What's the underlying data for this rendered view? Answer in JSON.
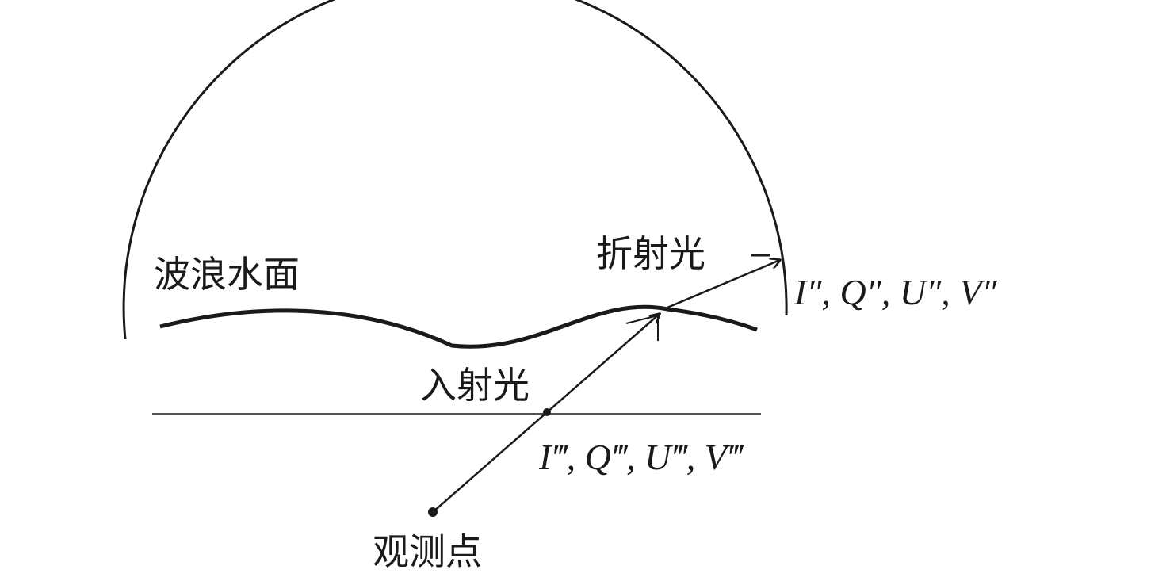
{
  "labels": {
    "wave_surface": "波浪水面",
    "refracted_light": "折射光",
    "incident_light": "入射光",
    "observation_point": "观测点",
    "stokes_refracted": "I″, Q″, U″, V″",
    "stokes_incident": "I‴, Q‴, U‴, V‴"
  },
  "colors": {
    "stroke": "#1a1a1a",
    "background": "#ffffff"
  }
}
